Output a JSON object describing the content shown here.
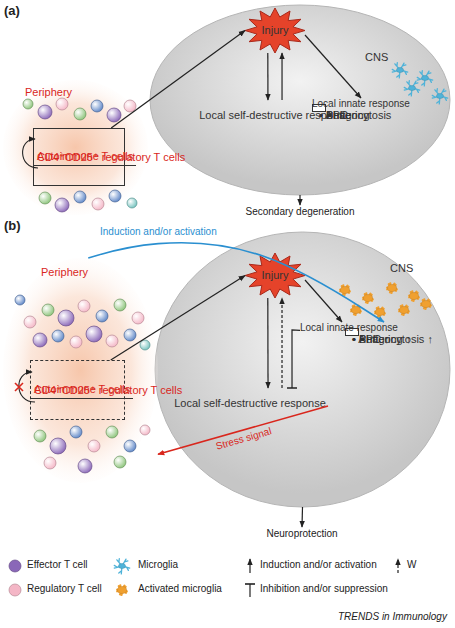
{
  "diagram": {
    "nodes": [
      {
        "text": [
          "CNS"
        ]
      },
      {
        "text": [
          "Injury"
        ],
        "in": 0
      },
      {
        "text": [
          "Local self-destructive response"
        ],
        "in": 0
      },
      {
        "text": [
          "Local innate response",
          "• APC",
          "• Buffering",
          "• Phagocytosis"
        ],
        "in": 0
      },
      {
        "text": [
          "Periphery"
        ]
      },
      {
        "text": [
          "Autoimmune T cells",
          "CD4⁺CD25⁺ regulatory T cells"
        ],
        "in": 4
      },
      {
        "text": [
          "Secondary degeneration"
        ]
      },
      {
        "text": [
          "CNS"
        ]
      },
      {
        "text": [
          "Injury"
        ],
        "in": 7
      },
      {
        "text": [
          "Local self-destructive response"
        ],
        "in": 7
      },
      {
        "text": [
          "Local innate response",
          "• APC ↑",
          "• Buffering ↑",
          "• Phagocytosis ↑"
        ],
        "in": 7
      },
      {
        "text": [
          "Periphery"
        ]
      },
      {
        "text": [
          "Autoimmune T cells",
          "CD4⁺CD25⁺ regulatory T cells"
        ],
        "in": 11
      },
      {
        "text": [
          "Neuroprotection"
        ]
      }
    ],
    "edges": [
      {
        "from": 5,
        "to": 1,
        "arrow": "to"
      },
      {
        "from": 1,
        "to": 2,
        "arrow": "to"
      },
      {
        "from": 2,
        "to": 1,
        "arrow": "to"
      },
      {
        "from": 1,
        "to": 3,
        "arrow": "to"
      },
      {
        "from": 0,
        "to": 6,
        "arrow": "to"
      },
      {
        "from": 12,
        "to": 8,
        "arrow": "to"
      },
      {
        "from": 8,
        "to": 9,
        "arrow": "to"
      },
      {
        "from": 9,
        "to": 8,
        "arrow": "to"
      },
      {
        "from": 8,
        "to": 10,
        "arrow": "to"
      },
      {
        "from": 10,
        "to": 9,
        "arrow": "to"
      },
      {
        "from": 11,
        "to": 10,
        "label": "Induction and/or activation",
        "arrow": "to"
      },
      {
        "from": 10,
        "to": 11,
        "label": "Stress signal",
        "arrow": "to"
      },
      {
        "from": 7,
        "to": 13,
        "arrow": "to"
      }
    ],
    "labels": [
      "(a)",
      "(b)",
      "TRENDS in Immunology"
    ],
    "legend": [
      {
        "text": "Effector T cell",
        "color": "#8a67b8"
      },
      {
        "text": "Regulatory T cell",
        "color": "#f4b6c6"
      },
      {
        "text": "Microglia"
      },
      {
        "text": "Activated microglia"
      },
      {
        "text": "Induction and/or activation"
      },
      {
        "text": "Inhibition and/or suppression"
      },
      {
        "text": "W"
      }
    ]
  }
}
